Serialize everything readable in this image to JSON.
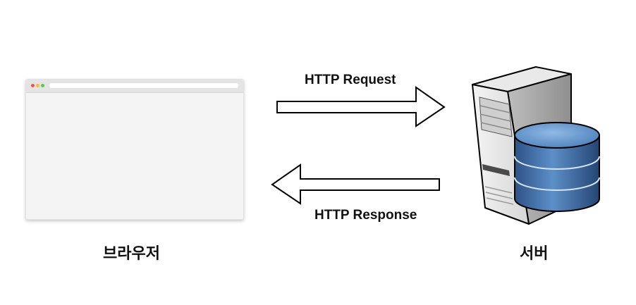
{
  "request": {
    "label": "HTTP Request"
  },
  "response": {
    "label": "HTTP Response"
  },
  "browser": {
    "label": "브라우저"
  },
  "server": {
    "label": "서버"
  },
  "icons": {
    "browser": "browser-window-icon",
    "server": "server-tower-icon",
    "database": "database-icon"
  }
}
